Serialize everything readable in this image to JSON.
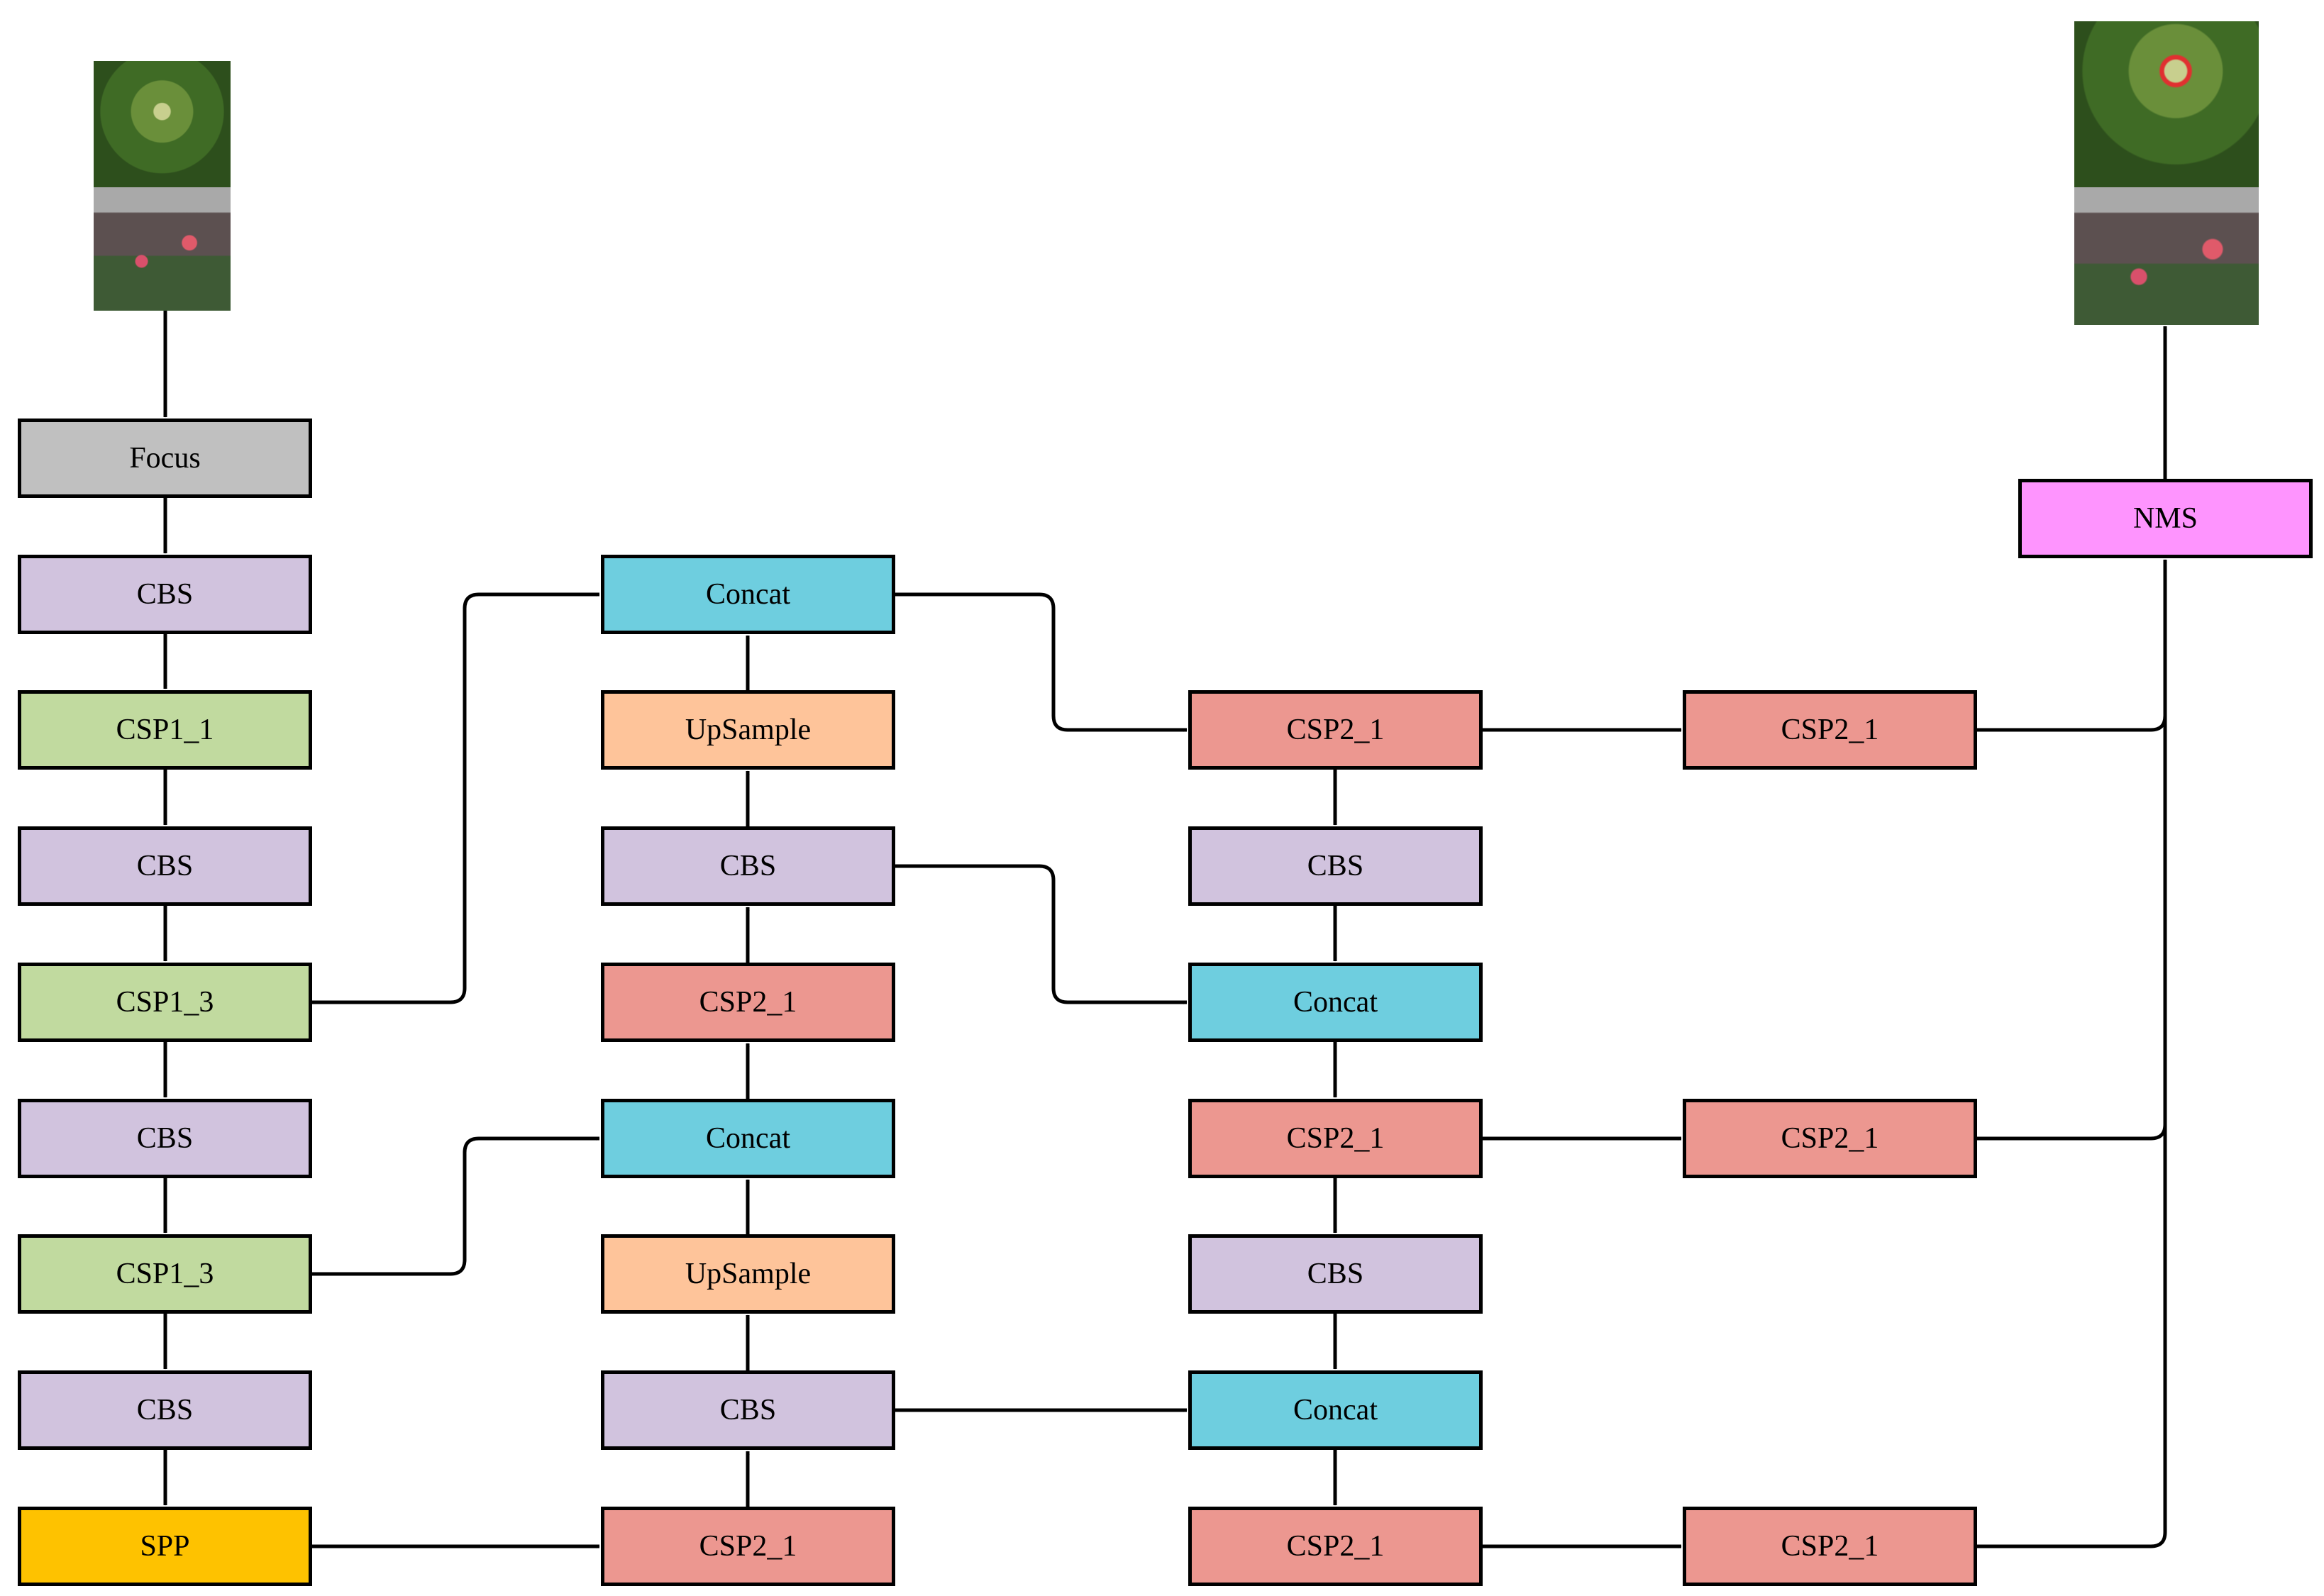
{
  "colors": {
    "focus": "#c0c0c0",
    "cbs": "#d1c3de",
    "csp1": "#c1da9f",
    "csp2": "#ec9790",
    "concat": "#6ecedf",
    "upsample": "#fec49a",
    "spp": "#fec200",
    "nms": "#fe94fe",
    "edge": "#000000"
  },
  "nodes": [
    {
      "id": "focus",
      "label": "Focus",
      "kind": "focus"
    },
    {
      "id": "b_cbs1",
      "label": "CBS",
      "kind": "cbs"
    },
    {
      "id": "b_csp1",
      "label": "CSP1_1",
      "kind": "csp1"
    },
    {
      "id": "b_cbs2",
      "label": "CBS",
      "kind": "cbs"
    },
    {
      "id": "b_csp3a",
      "label": "CSP1_3",
      "kind": "csp1"
    },
    {
      "id": "b_cbs3",
      "label": "CBS",
      "kind": "cbs"
    },
    {
      "id": "b_csp3b",
      "label": "CSP1_3",
      "kind": "csp1"
    },
    {
      "id": "b_cbs4",
      "label": "CBS",
      "kind": "cbs"
    },
    {
      "id": "spp",
      "label": "SPP",
      "kind": "spp"
    },
    {
      "id": "n_concat1",
      "label": "Concat",
      "kind": "concat"
    },
    {
      "id": "n_up1",
      "label": "UpSample",
      "kind": "upsample"
    },
    {
      "id": "n_cbs1",
      "label": "CBS",
      "kind": "cbs"
    },
    {
      "id": "n_csp1",
      "label": "CSP2_1",
      "kind": "csp2"
    },
    {
      "id": "n_concat2",
      "label": "Concat",
      "kind": "concat"
    },
    {
      "id": "n_up2",
      "label": "UpSample",
      "kind": "upsample"
    },
    {
      "id": "n_cbs2",
      "label": "CBS",
      "kind": "cbs"
    },
    {
      "id": "n_csp2",
      "label": "CSP2_1",
      "kind": "csp2"
    },
    {
      "id": "p_csp1",
      "label": "CSP2_1",
      "kind": "csp2"
    },
    {
      "id": "p_cbs1",
      "label": "CBS",
      "kind": "cbs"
    },
    {
      "id": "p_concat1",
      "label": "Concat",
      "kind": "concat"
    },
    {
      "id": "p_csp2",
      "label": "CSP2_1",
      "kind": "csp2"
    },
    {
      "id": "p_cbs2",
      "label": "CBS",
      "kind": "cbs"
    },
    {
      "id": "p_concat2",
      "label": "Concat",
      "kind": "concat"
    },
    {
      "id": "p_csp3",
      "label": "CSP2_1",
      "kind": "csp2"
    },
    {
      "id": "h_csp1",
      "label": "CSP2_1",
      "kind": "csp2"
    },
    {
      "id": "h_csp2",
      "label": "CSP2_1",
      "kind": "csp2"
    },
    {
      "id": "h_csp3",
      "label": "CSP2_1",
      "kind": "csp2"
    },
    {
      "id": "nms",
      "label": "NMS",
      "kind": "nms"
    }
  ]
}
